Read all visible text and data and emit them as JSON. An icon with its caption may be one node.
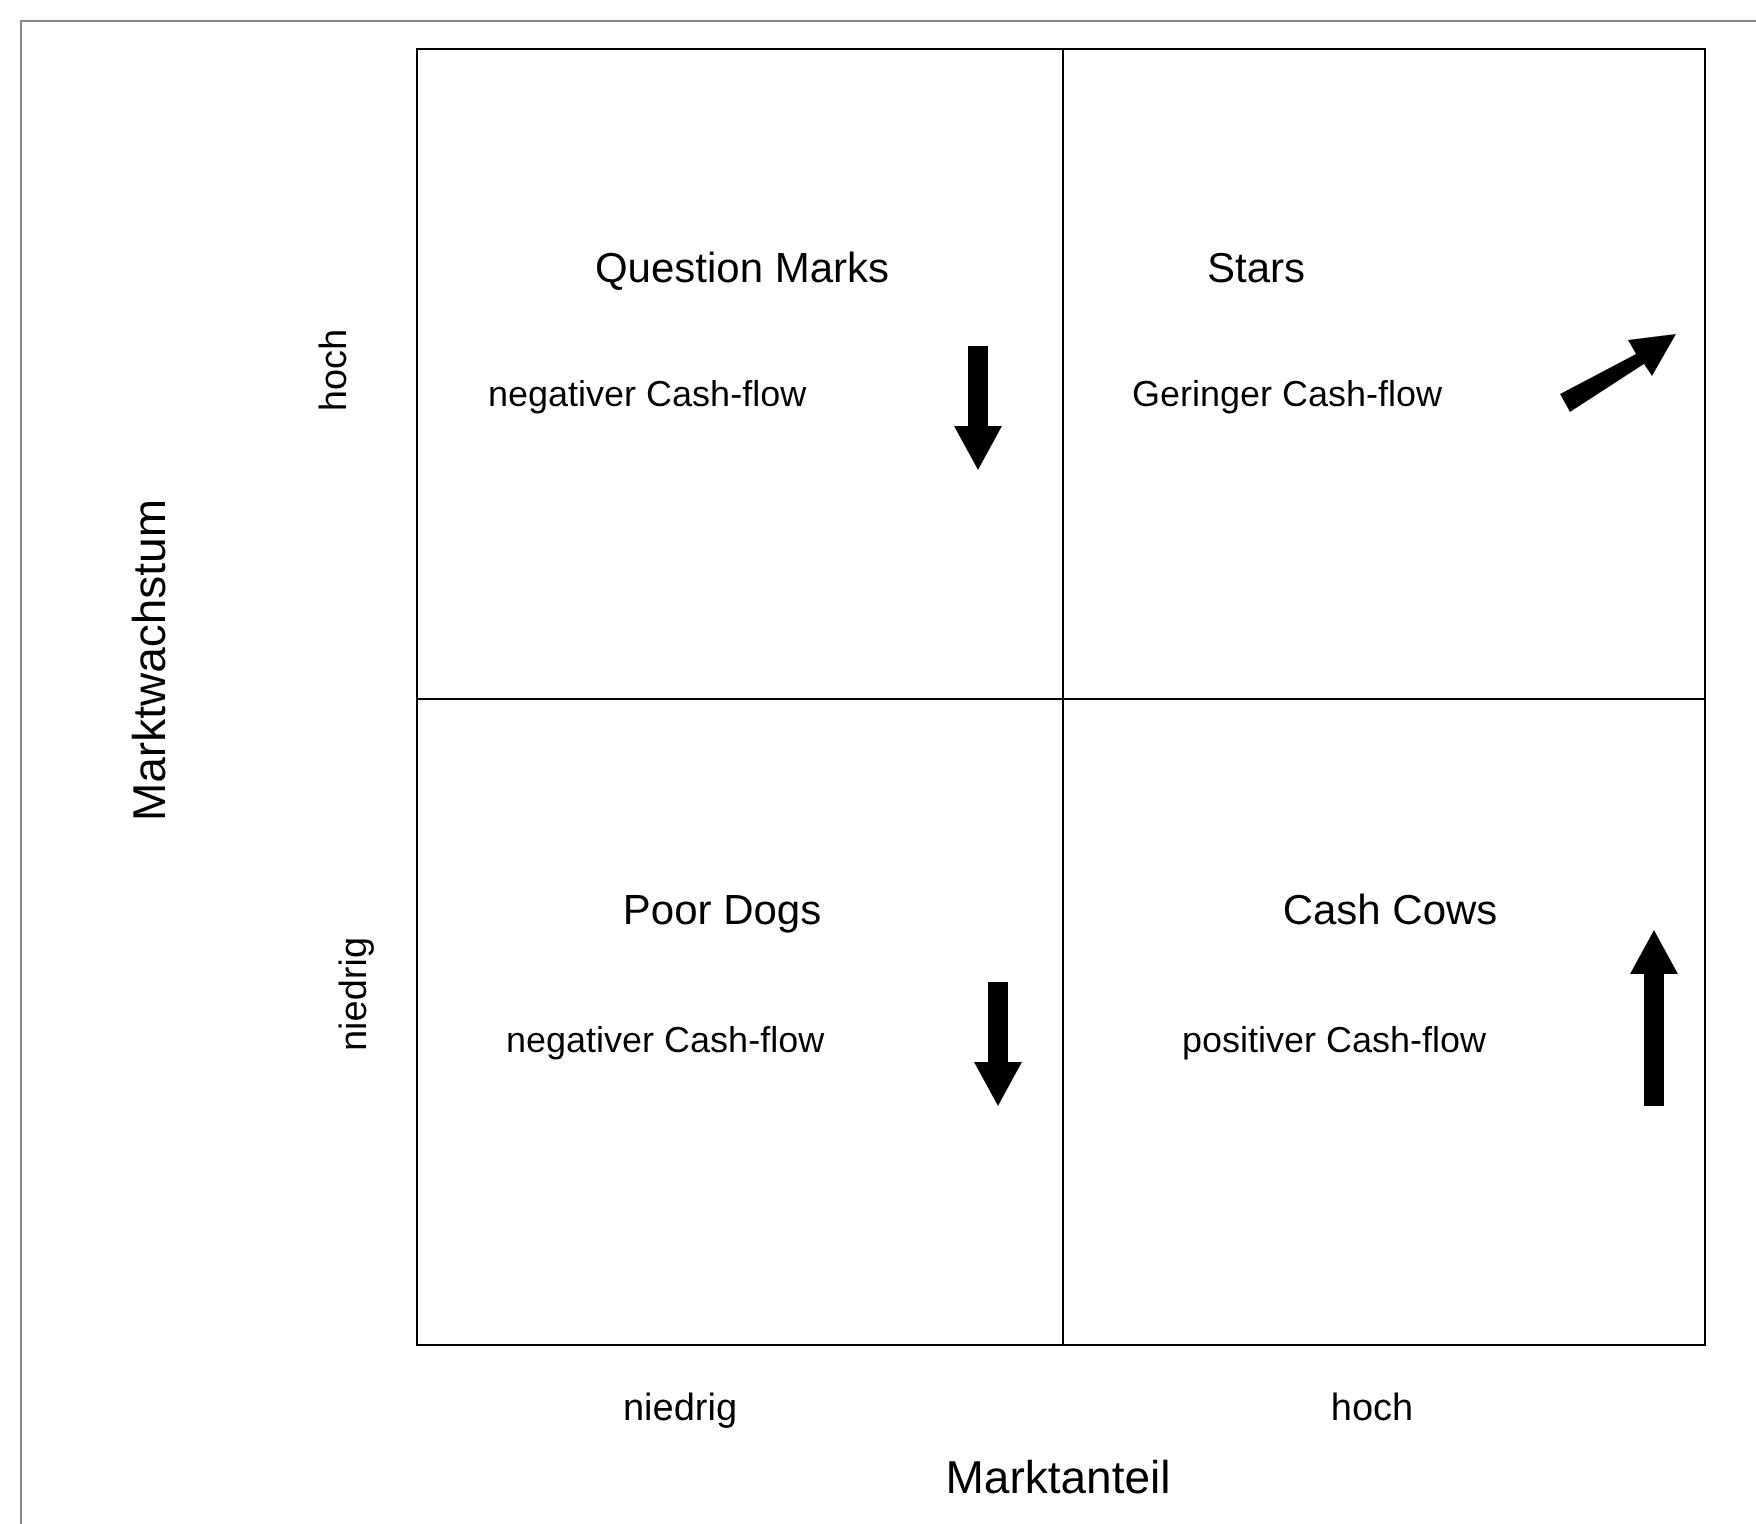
{
  "diagram": {
    "nodes": [
      {
        "text": [
          "Question Marks",
          "negativer Cash-flow"
        ]
      },
      {
        "text": [
          "Stars",
          "Geringer Cash-flow"
        ]
      },
      {
        "text": [
          "Poor Dogs",
          "negativer Cash-flow"
        ]
      },
      {
        "text": [
          "Cash Cows",
          "positiver Cash-flow"
        ]
      }
    ],
    "labels": [
      "hoch",
      "Marktwachstum",
      "niedrig",
      "niedrig",
      "hoch",
      "Marktanteil"
    ]
  }
}
